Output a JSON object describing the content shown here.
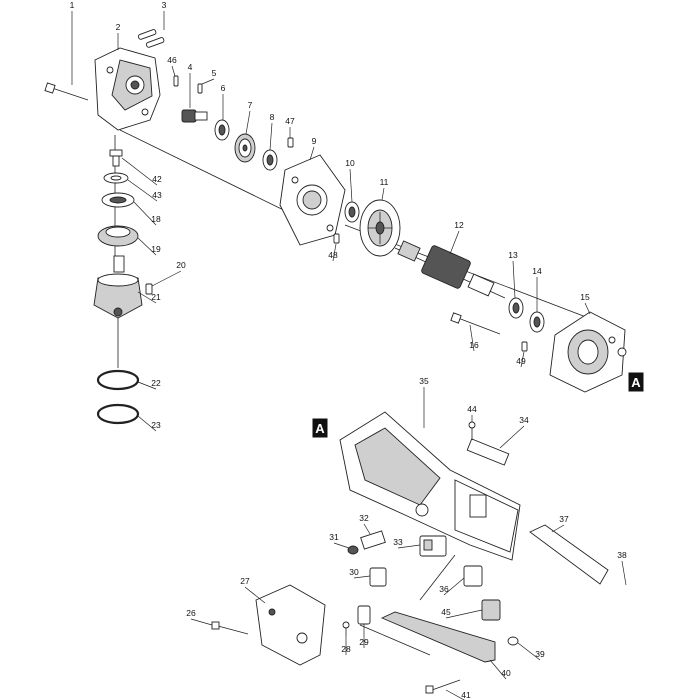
{
  "diagram": {
    "ref_marker": "A",
    "callouts": [
      "1",
      "2",
      "3",
      "4",
      "5",
      "6",
      "7",
      "8",
      "9",
      "10",
      "11",
      "12",
      "13",
      "14",
      "15",
      "16",
      "18",
      "19",
      "20",
      "21",
      "22",
      "23",
      "26",
      "27",
      "28",
      "29",
      "30",
      "31",
      "32",
      "33",
      "34",
      "35",
      "36",
      "37",
      "38",
      "39",
      "40",
      "41",
      "42",
      "43",
      "44",
      "45",
      "46",
      "47",
      "48",
      "49"
    ]
  }
}
